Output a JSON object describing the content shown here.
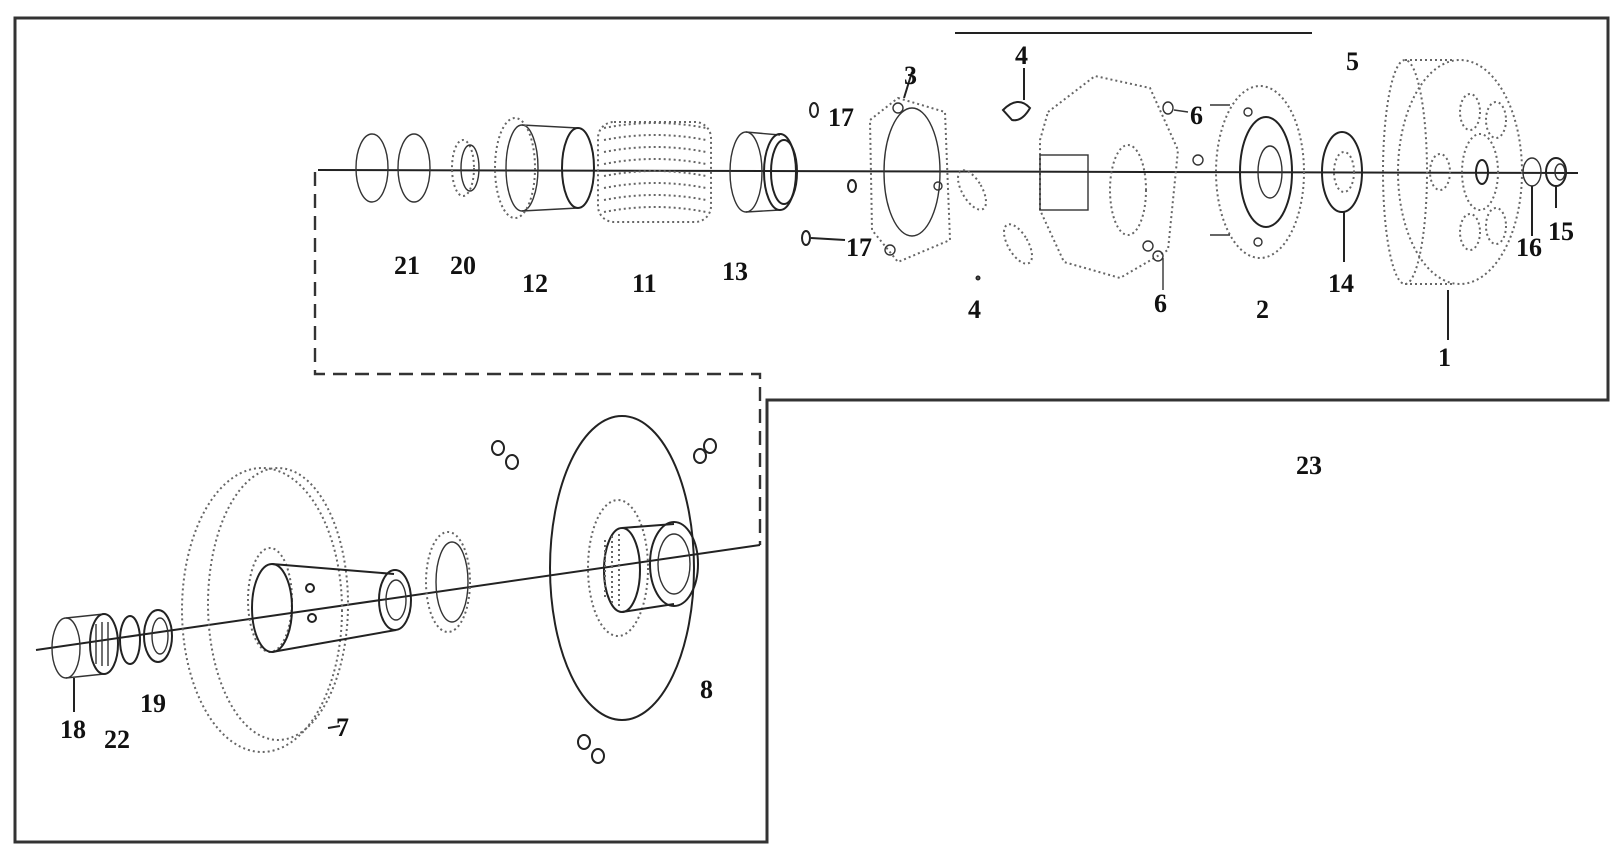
{
  "callouts": {
    "c1": "1",
    "c2": "2",
    "c3": "3",
    "c4a": "4",
    "c4b": "4",
    "c5": "5",
    "c6a": "6",
    "c6b": "6",
    "c7": "7",
    "c8": "8",
    "c11": "11",
    "c12": "12",
    "c13": "13",
    "c14": "14",
    "c15": "15",
    "c16": "16",
    "c17a": "17",
    "c17b": "17",
    "c18": "18",
    "c19": "19",
    "c20": "20",
    "c21": "21",
    "c22": "22",
    "c23": "23"
  }
}
